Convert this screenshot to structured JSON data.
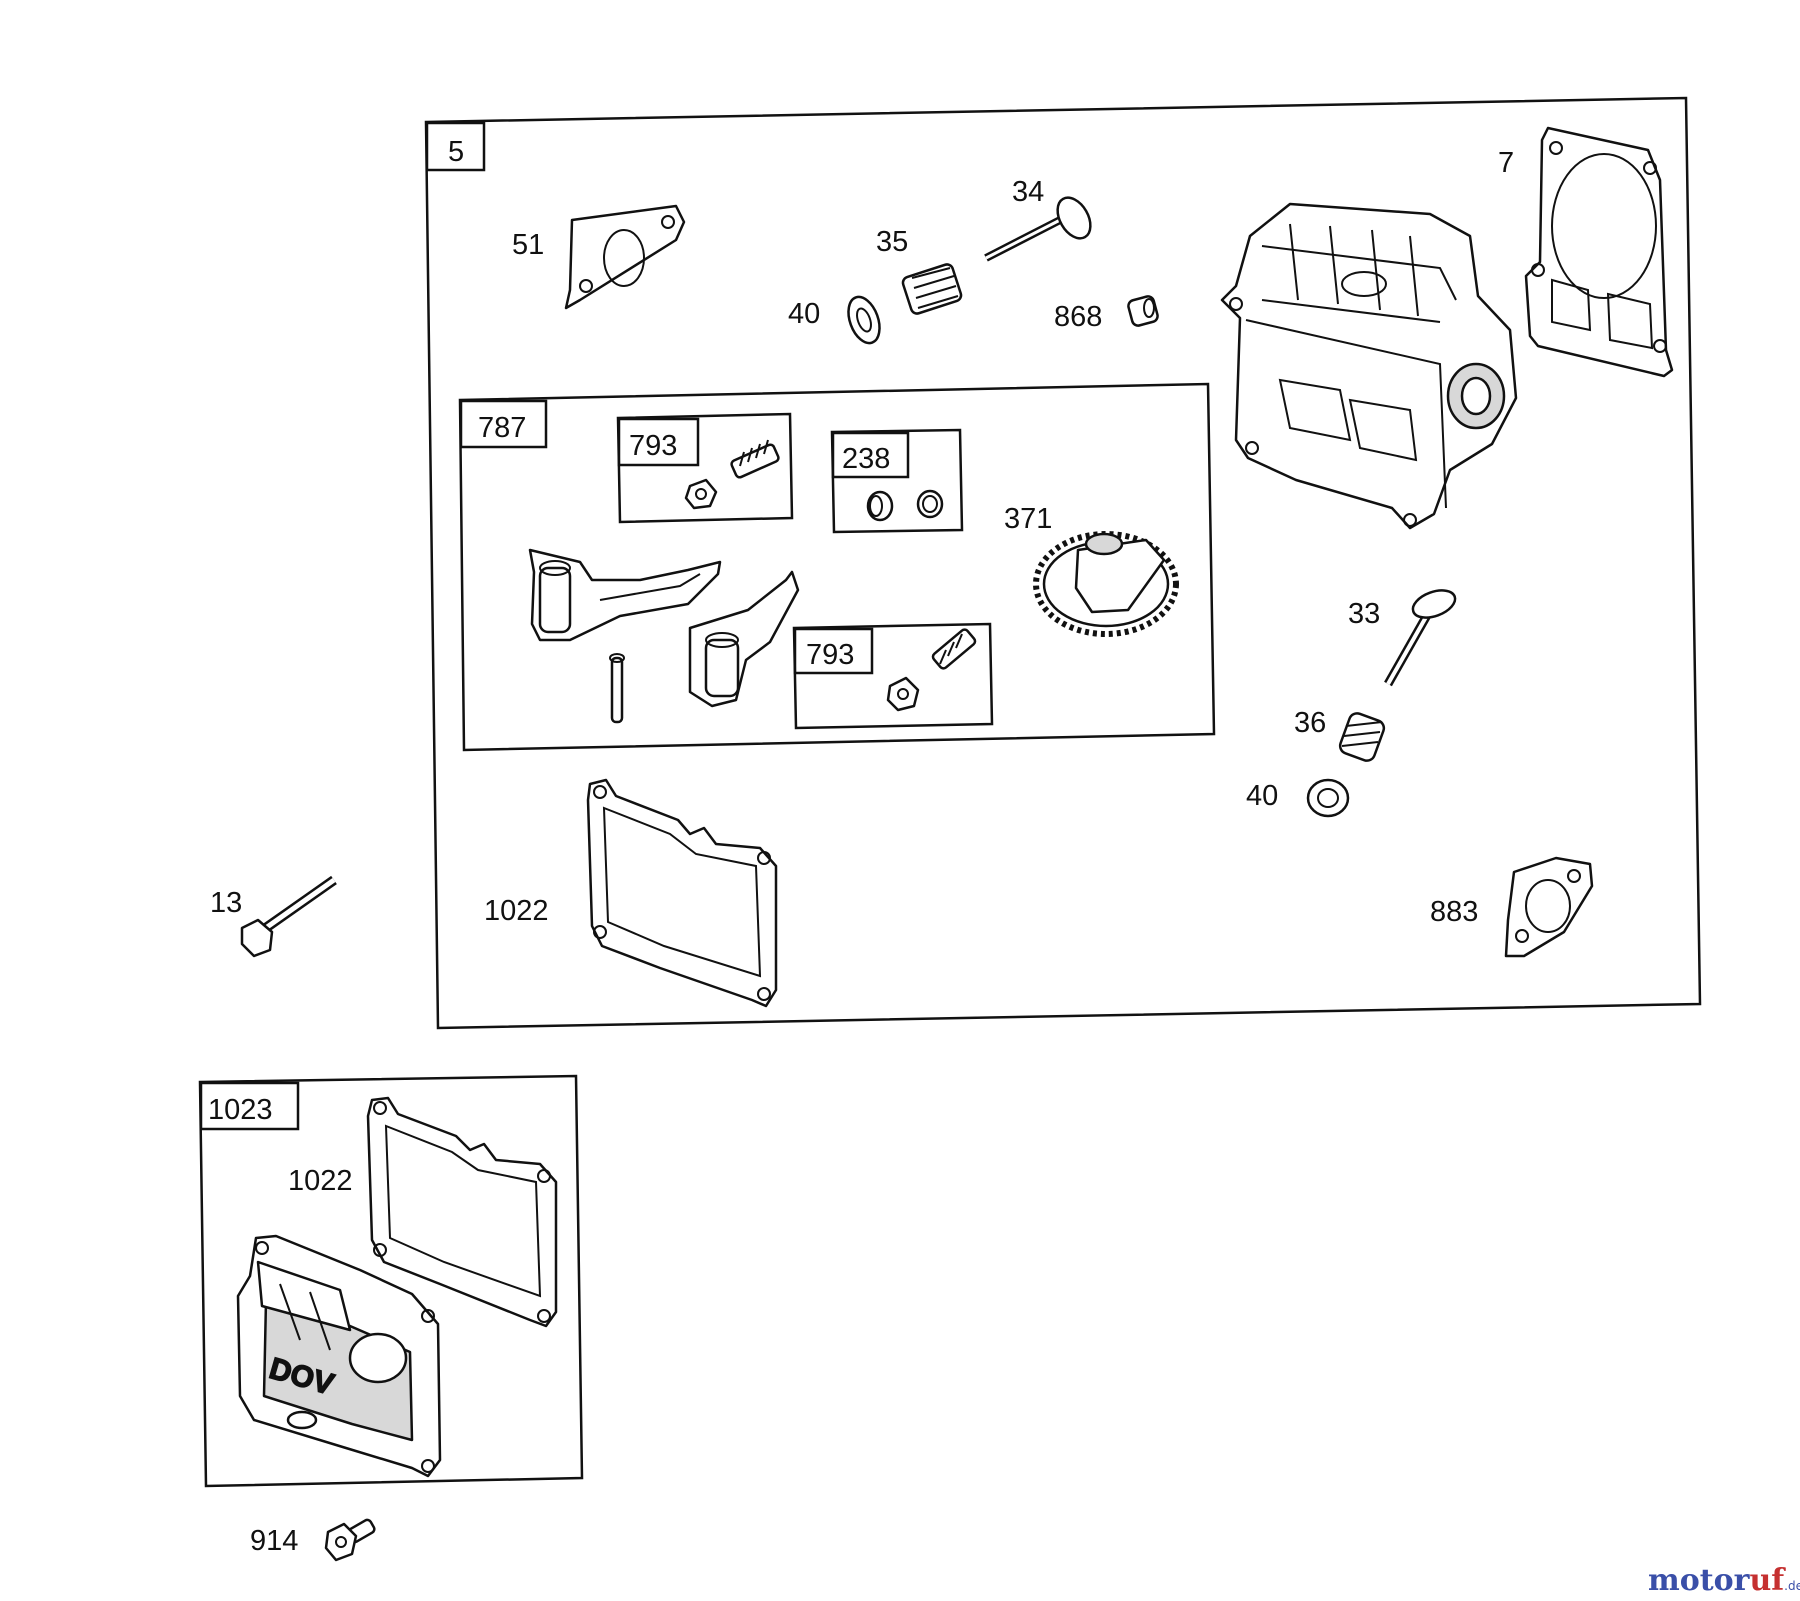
{
  "boxes": {
    "main": "5",
    "rocker_kit": "787",
    "kit_793_top": "793",
    "kit_238": "238",
    "kit_793_bottom": "793",
    "cover_kit": "1023"
  },
  "labels": {
    "p51": "51",
    "p34": "34",
    "p35": "35",
    "p40_top": "40",
    "p868": "868",
    "p7": "7",
    "p371": "371",
    "p33": "33",
    "p36": "36",
    "p40_bottom": "40",
    "p1022_main": "1022",
    "p883": "883",
    "p13": "13",
    "p1022_cover": "1022",
    "p914": "914"
  },
  "cover_text": "DOV",
  "watermark": {
    "part_a": "motor",
    "part_b": "uf",
    "part_c": ".de"
  }
}
